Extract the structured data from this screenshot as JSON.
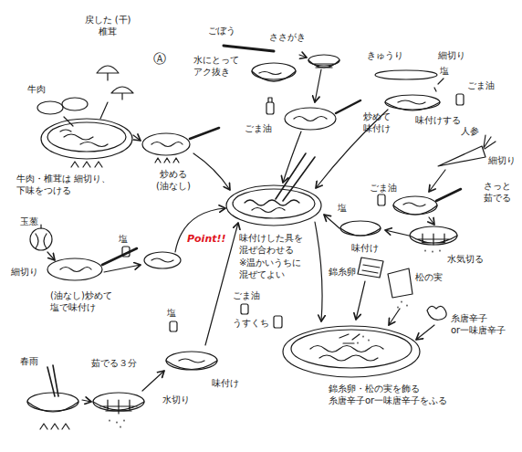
{
  "diagram": {
    "labels": [
      "戻した (干)椎茸",
      "牛肉",
      "Ⓐ",
      "牛肉・椎茸は 細切り、下味をつける",
      "炒める (油なし)",
      "ごぼう",
      "ささがき",
      "水にとって アク抜き",
      "ごま油",
      "炒めて 味付け",
      "きゅうり",
      "細切り",
      "塩",
      "ごま油",
      "味付けする",
      "人参",
      "細切り",
      "さっと 茹でる",
      "ごま油",
      "塩",
      "味付け",
      "水気切る",
      "玉葱",
      "塩",
      "細切り",
      "(油なし)炒めて 塩で味付け",
      "Point!!",
      "味付けした具を 混ぜ合わせる",
      "※温かいうちに 混ぜてよい",
      "錦糸卵",
      "松の実",
      "糸唐辛子 or一味唐辛子",
      "錦糸卵・松の実を飾る 糸唐辛子or一味唐辛子をふる",
      "春雨",
      "茹でる３分",
      "ごま油",
      "塩",
      "うすくち",
      "味付け",
      "水切り"
    ]
  }
}
